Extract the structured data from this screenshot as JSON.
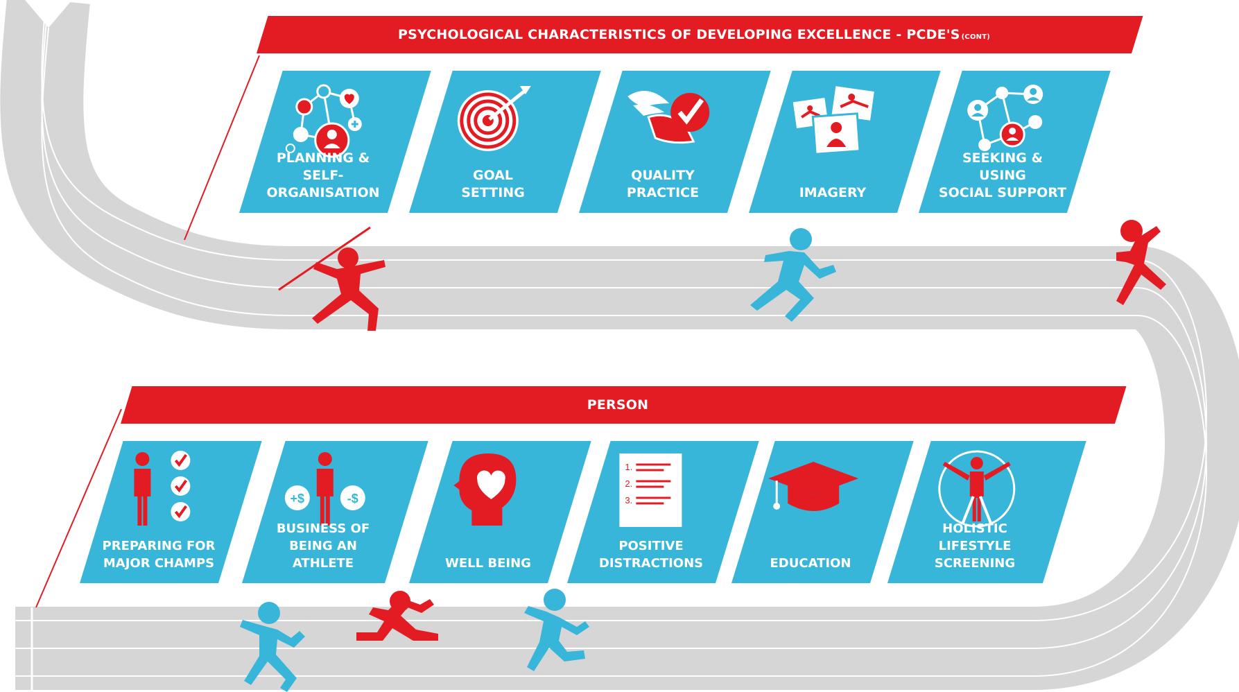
{
  "colors": {
    "red": "#e31b23",
    "blue": "#37b6d9",
    "track": "#d6d6d6",
    "white": "#ffffff"
  },
  "banner_top": {
    "title": "PSYCHOLOGICAL CHARACTERISTICS OF DEVELOPING EXCELLENCE - PCDE'S",
    "suffix": "(CONT)"
  },
  "banner_bottom": {
    "title": "PERSON"
  },
  "top_tiles": [
    {
      "label": "PLANNING &\nSELF-ORGANISATION",
      "icon": "network-person-icon"
    },
    {
      "label": "GOAL\nSETTING",
      "icon": "target-arrow-icon"
    },
    {
      "label": "QUALITY\nPRACTICE",
      "icon": "winged-shoe-check-icon"
    },
    {
      "label": "IMAGERY",
      "icon": "photos-icon"
    },
    {
      "label": "SEEKING & USING\nSOCIAL SUPPORT",
      "icon": "social-network-icon"
    }
  ],
  "bottom_tiles": [
    {
      "label": "PREPARING FOR\nMAJOR CHAMPS",
      "icon": "person-checklist-icon"
    },
    {
      "label": "BUSINESS OF\nBEING AN ATHLETE",
      "icon": "person-money-icon"
    },
    {
      "label": "WELL BEING",
      "icon": "head-heart-icon"
    },
    {
      "label": "POSITIVE\nDISTRACTIONS",
      "icon": "numbered-list-icon"
    },
    {
      "label": "EDUCATION",
      "icon": "graduation-cap-icon"
    },
    {
      "label": "HOLISTIC LIFESTYLE\nSCREENING",
      "icon": "vitruvian-person-icon"
    }
  ],
  "list_numbers": [
    "1.",
    "2.",
    "3."
  ],
  "money_signs": [
    "+$",
    "-$"
  ]
}
